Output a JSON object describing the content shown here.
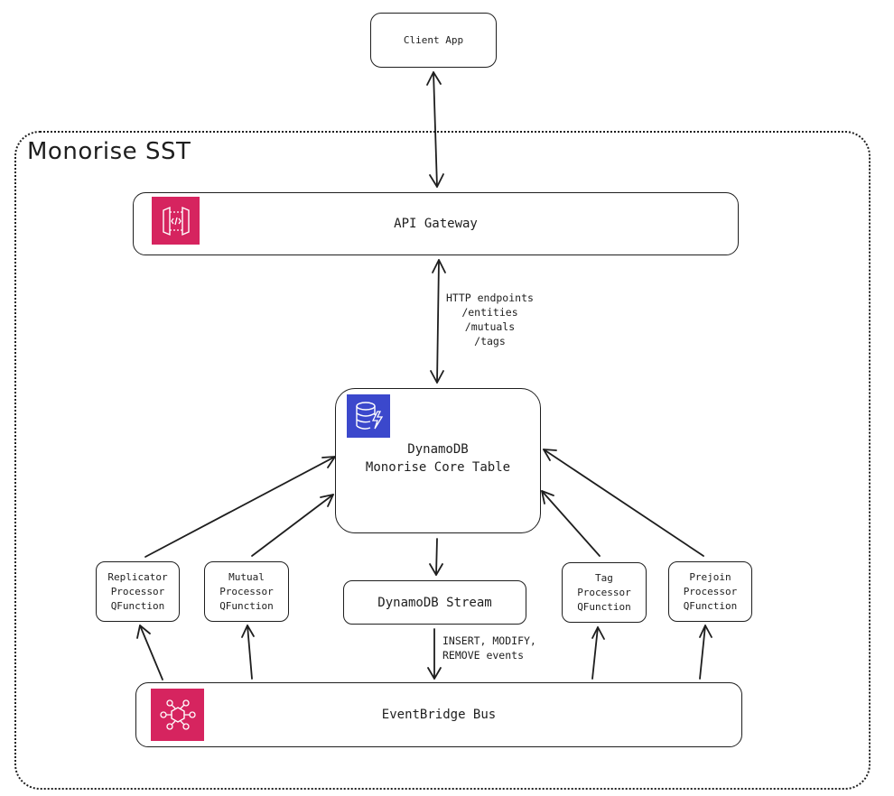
{
  "diagram_title": "Monorise SST",
  "nodes": {
    "client_app": "Client App",
    "api_gateway": "API Gateway",
    "dynamodb_table": "DynamoDB\nMonorise Core Table",
    "dynamodb_stream": "DynamoDB Stream",
    "eventbridge": "EventBridge Bus",
    "replicator": "Replicator\nProcessor\nQFunction",
    "mutual": "Mutual\nProcessor\nQFunction",
    "tag": "Tag\nProcessor\nQFunction",
    "prejoin": "Prejoin\nProcessor\nQFunction"
  },
  "edge_labels": {
    "http": "HTTP endpoints\n/entities\n/mutuals\n/tags",
    "stream_events": "INSERT, MODIFY,\nREMOVE events"
  },
  "colors": {
    "aws_pink": "#d6245f",
    "aws_blue": "#3b48cc",
    "stroke": "#1e1e1e"
  },
  "icons": {
    "api_gateway": "api-gateway-icon",
    "dynamodb": "dynamodb-icon",
    "eventbridge": "eventbridge-icon"
  }
}
